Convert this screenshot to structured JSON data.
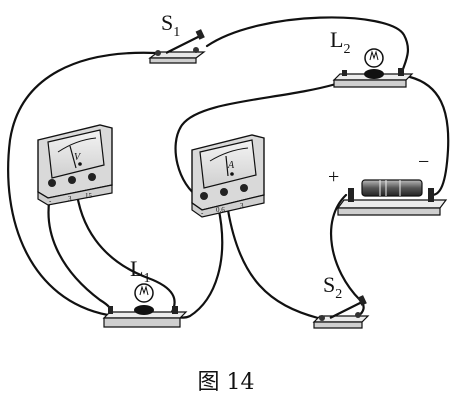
{
  "labels": {
    "s1": "S",
    "s1_sub": "1",
    "s2": "S",
    "s2_sub": "2",
    "l1": "L",
    "l1_sub": "1",
    "l2": "L",
    "l2_sub": "2"
  },
  "voltmeter": {
    "letter": "V",
    "terminals": [
      "-",
      "3",
      "15"
    ]
  },
  "ammeter": {
    "letter": "A",
    "terminals": [
      "-",
      "0.6",
      "3"
    ]
  },
  "battery": {
    "plus": "+",
    "minus": "−"
  },
  "caption": "图 14"
}
